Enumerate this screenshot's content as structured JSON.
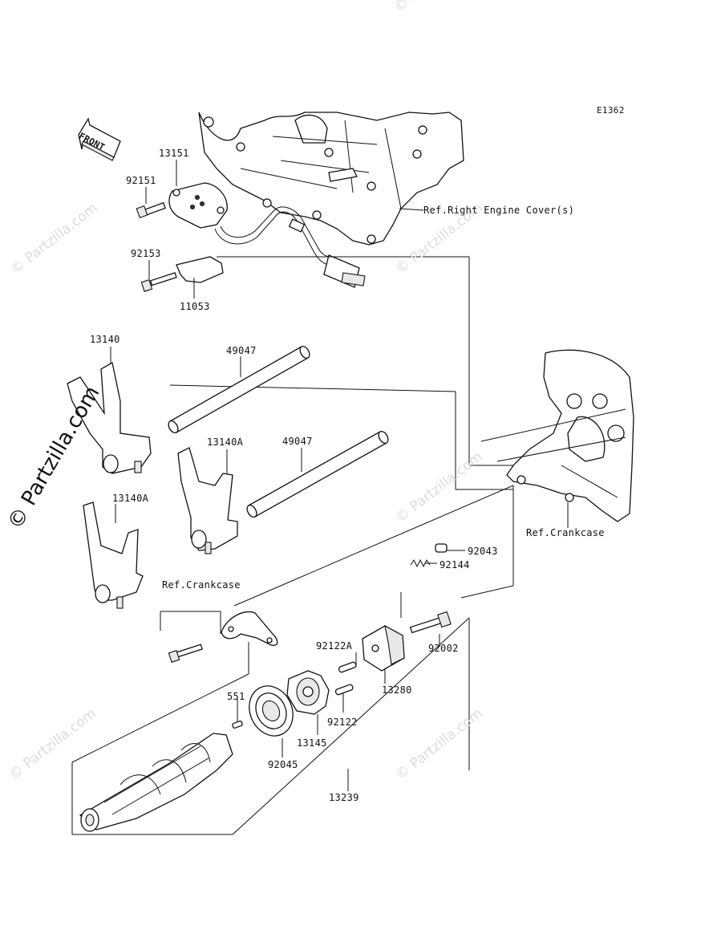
{
  "diagram_id": "E1362",
  "front_label": "FRONT",
  "refs": {
    "right_engine_cover": "Ref.Right Engine Cover(s)",
    "crankcase_right": "Ref.Crankcase",
    "crankcase_left": "Ref.Crankcase"
  },
  "parts": {
    "p13151": "13151",
    "p92151": "92151",
    "p92153": "92153",
    "p11053": "11053",
    "p13140": "13140",
    "p49047_top": "49047",
    "p13140A_mid": "13140A",
    "p49047_mid": "49047",
    "p13140A_low": "13140A",
    "p92043": "92043",
    "p92144": "92144",
    "p92002": "92002",
    "p92122A": "92122A",
    "p13280": "13280",
    "p551": "551",
    "p92122": "92122",
    "p13145": "13145",
    "p92045": "92045",
    "p13239": "13239"
  },
  "watermarks": {
    "light": "© Partzilla.com",
    "bold": "© Partzilla.com"
  }
}
